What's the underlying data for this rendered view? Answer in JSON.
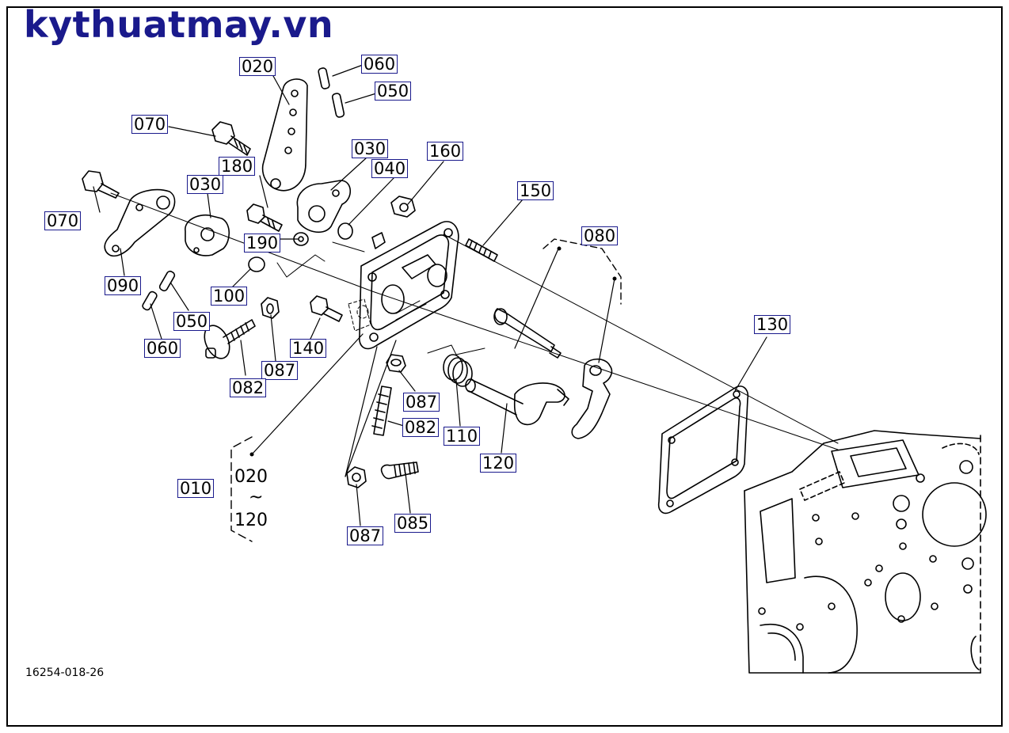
{
  "brand": {
    "text": "kythuatmay.vn",
    "color": "#1a1a8c"
  },
  "drawing_number": "16254-018-26",
  "callouts": [
    {
      "id": "c020a",
      "label": "020"
    },
    {
      "id": "c060a",
      "label": "060"
    },
    {
      "id": "c050a",
      "label": "050"
    },
    {
      "id": "c070a",
      "label": "070"
    },
    {
      "id": "c030a",
      "label": "030"
    },
    {
      "id": "c180",
      "label": "180"
    },
    {
      "id": "c040",
      "label": "040"
    },
    {
      "id": "c160",
      "label": "160"
    },
    {
      "id": "c030b",
      "label": "030"
    },
    {
      "id": "c070b",
      "label": "070"
    },
    {
      "id": "c190",
      "label": "190"
    },
    {
      "id": "c150",
      "label": "150"
    },
    {
      "id": "c080",
      "label": "080"
    },
    {
      "id": "c090",
      "label": "090"
    },
    {
      "id": "c100",
      "label": "100"
    },
    {
      "id": "c050b",
      "label": "050"
    },
    {
      "id": "c130",
      "label": "130"
    },
    {
      "id": "c140",
      "label": "140"
    },
    {
      "id": "c060b",
      "label": "060"
    },
    {
      "id": "c087a",
      "label": "087"
    },
    {
      "id": "c082a",
      "label": "082"
    },
    {
      "id": "c087b",
      "label": "087"
    },
    {
      "id": "c082b",
      "label": "082"
    },
    {
      "id": "c110",
      "label": "110"
    },
    {
      "id": "c120",
      "label": "120"
    },
    {
      "id": "c010",
      "label": "010"
    },
    {
      "id": "c087c",
      "label": "087"
    },
    {
      "id": "c085",
      "label": "085"
    }
  ],
  "assembly_range": {
    "from": "020",
    "sep": "~",
    "to": "120"
  }
}
